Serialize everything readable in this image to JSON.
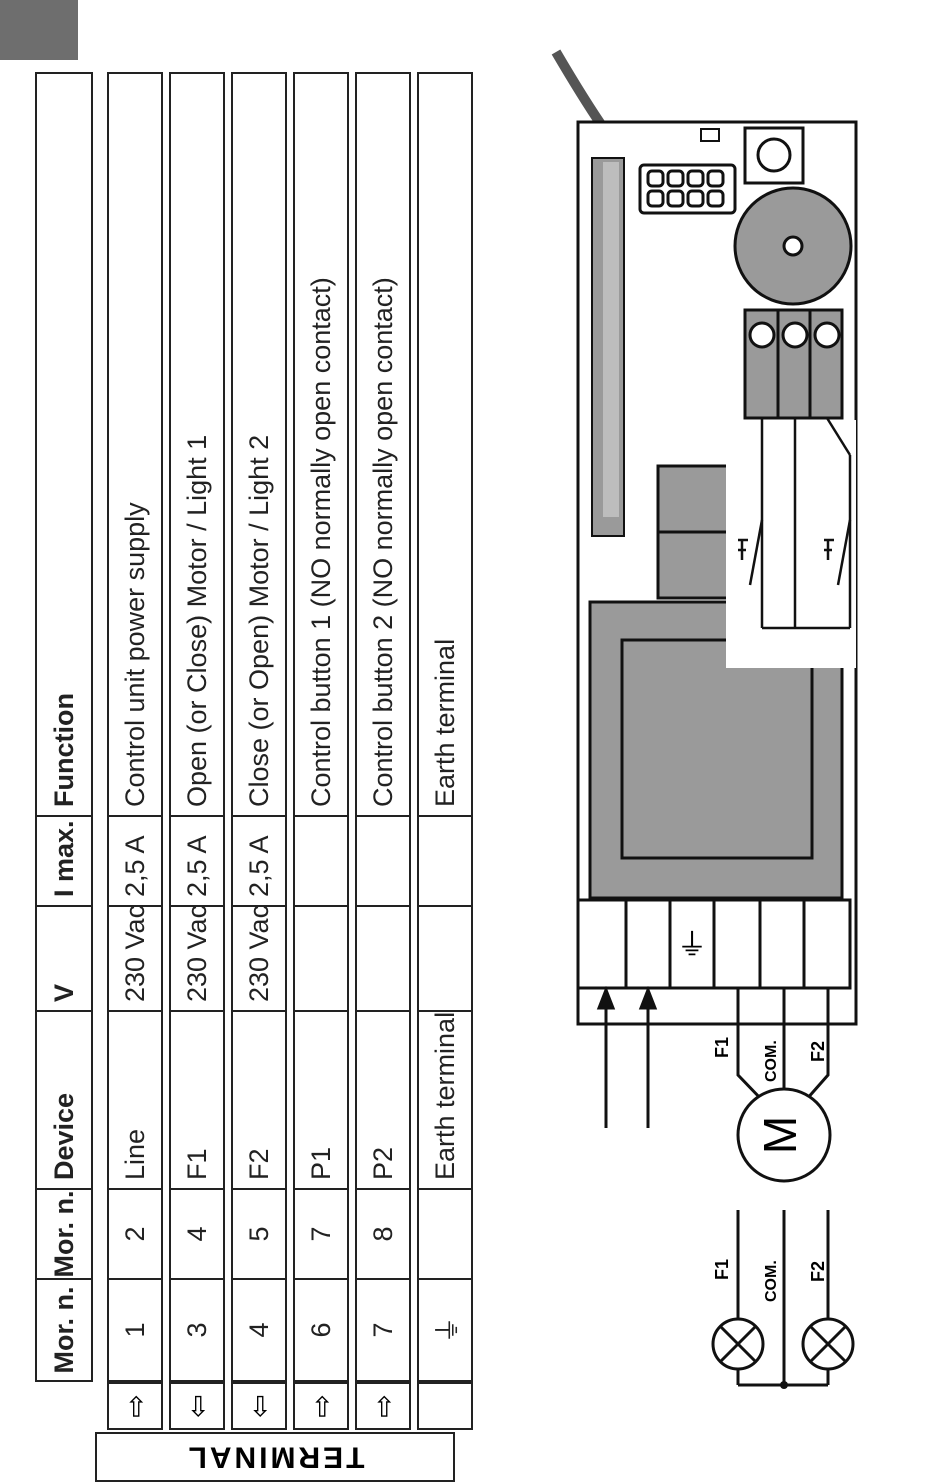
{
  "table": {
    "terminal_label": "TERMINAL",
    "headers": {
      "mor_n_1": "Mor. n.",
      "mor_n_2": "Mor. n.",
      "device": "Device",
      "v": "V",
      "imax": "I max.",
      "function": "Function"
    },
    "rows": [
      {
        "mor1": "1",
        "mor2": "2",
        "device": "Line",
        "v": "230 Vac",
        "imax": "2,5 A",
        "function": "Control unit power supply",
        "dir": "in"
      },
      {
        "mor1": "3",
        "mor2": "4",
        "device": "F1",
        "v": "230 Vac",
        "imax": "2,5 A",
        "function": "Open (or Close) Motor / Light 1",
        "dir": "out"
      },
      {
        "mor1": "4",
        "mor2": "5",
        "device": "F2",
        "v": "230 Vac",
        "imax": "2,5 A",
        "function": "Close (or Open) Motor / Light 2",
        "dir": "out"
      },
      {
        "mor1": "6",
        "mor2": "7",
        "device": "P1",
        "v": "",
        "imax": "",
        "function": "Control button 1 (NO normally open contact)",
        "dir": "in"
      },
      {
        "mor1": "7",
        "mor2": "8",
        "device": "P2",
        "v": "",
        "imax": "",
        "function": "Control button 2 (NO normally open contact)",
        "dir": "in"
      },
      {
        "mor1": "⏚",
        "mor2": "",
        "device": "Earth terminal",
        "v": "",
        "imax": "",
        "function": "Earth terminal",
        "dir": "none"
      }
    ]
  },
  "diagram": {
    "motor_label": "M",
    "motor_wire_labels": [
      "F1",
      "COM.",
      "F2"
    ],
    "lamp_wire_labels": [
      "F1",
      "COM.",
      "F2"
    ],
    "earth_symbol": "⏚"
  }
}
